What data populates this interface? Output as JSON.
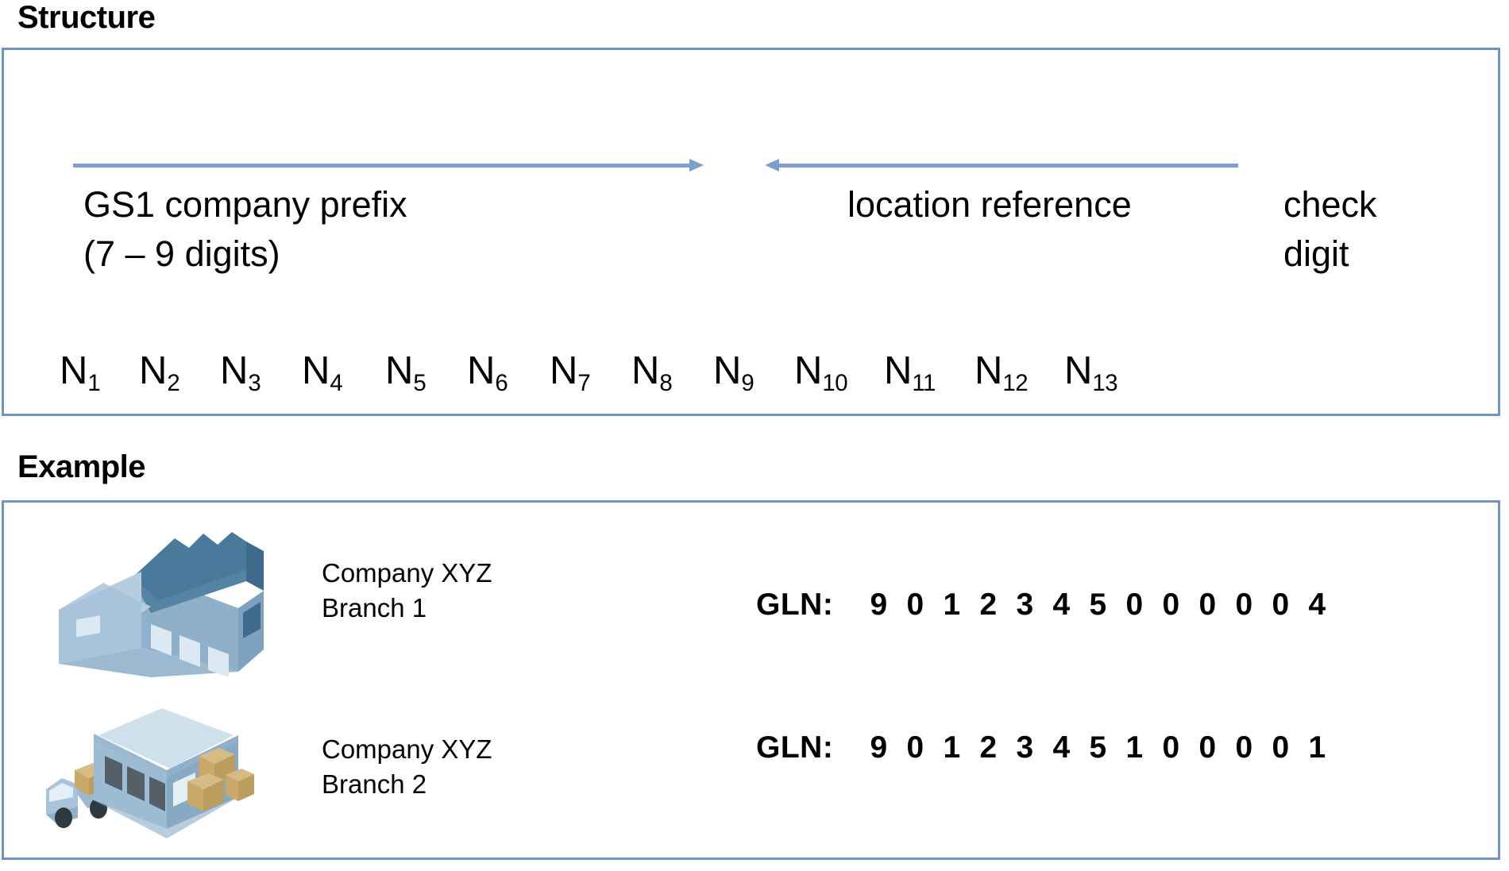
{
  "sections": {
    "structure": {
      "title": "Structure",
      "fields": [
        {
          "name": "gs1-company-prefix",
          "label": "GS1 company prefix\n(7 – 9 digits)",
          "arrow": "right"
        },
        {
          "name": "location-reference",
          "label": "location reference",
          "arrow": "left"
        },
        {
          "name": "check-digit",
          "label": "check\ndigit",
          "arrow": "none"
        }
      ],
      "digit_positions": [
        {
          "base": "N",
          "index": "1"
        },
        {
          "base": "N",
          "index": "2"
        },
        {
          "base": "N",
          "index": "3"
        },
        {
          "base": "N",
          "index": "4"
        },
        {
          "base": "N",
          "index": "5"
        },
        {
          "base": "N",
          "index": "6"
        },
        {
          "base": "N",
          "index": "7"
        },
        {
          "base": "N",
          "index": "8"
        },
        {
          "base": "N",
          "index": "9"
        },
        {
          "base": "N",
          "index": "10"
        },
        {
          "base": "N",
          "index": "11"
        },
        {
          "base": "N",
          "index": "12"
        },
        {
          "base": "N",
          "index": "13"
        }
      ]
    },
    "example": {
      "title": "Example",
      "rows": [
        {
          "icon": "factory-icon",
          "company": "Company XYZ\nBranch 1",
          "gln_label": "GLN:",
          "gln_digits": [
            "9",
            "0",
            "1",
            "2",
            "3",
            "4",
            "5",
            "0",
            "0",
            "0",
            "0",
            "0",
            "4"
          ]
        },
        {
          "icon": "warehouse-truck-icon",
          "company": "Company XYZ\nBranch 2",
          "gln_label": "GLN:",
          "gln_digits": [
            "9",
            "0",
            "1",
            "2",
            "3",
            "4",
            "5",
            "1",
            "0",
            "0",
            "0",
            "0",
            "1"
          ]
        }
      ]
    }
  },
  "colors": {
    "panel_border": "#6f93c8",
    "arrow": "#7ba0d0",
    "text": "#000000",
    "background": "#ffffff",
    "icon_light_blue": "#a9c3db",
    "icon_mid_blue": "#8fb0ca",
    "icon_dark_blue": "#5b88a8",
    "icon_roof_blue": "#4a7a9b",
    "icon_window": "#dce8f2",
    "icon_door": "#555f66",
    "icon_box_tan": "#c9a86a"
  }
}
